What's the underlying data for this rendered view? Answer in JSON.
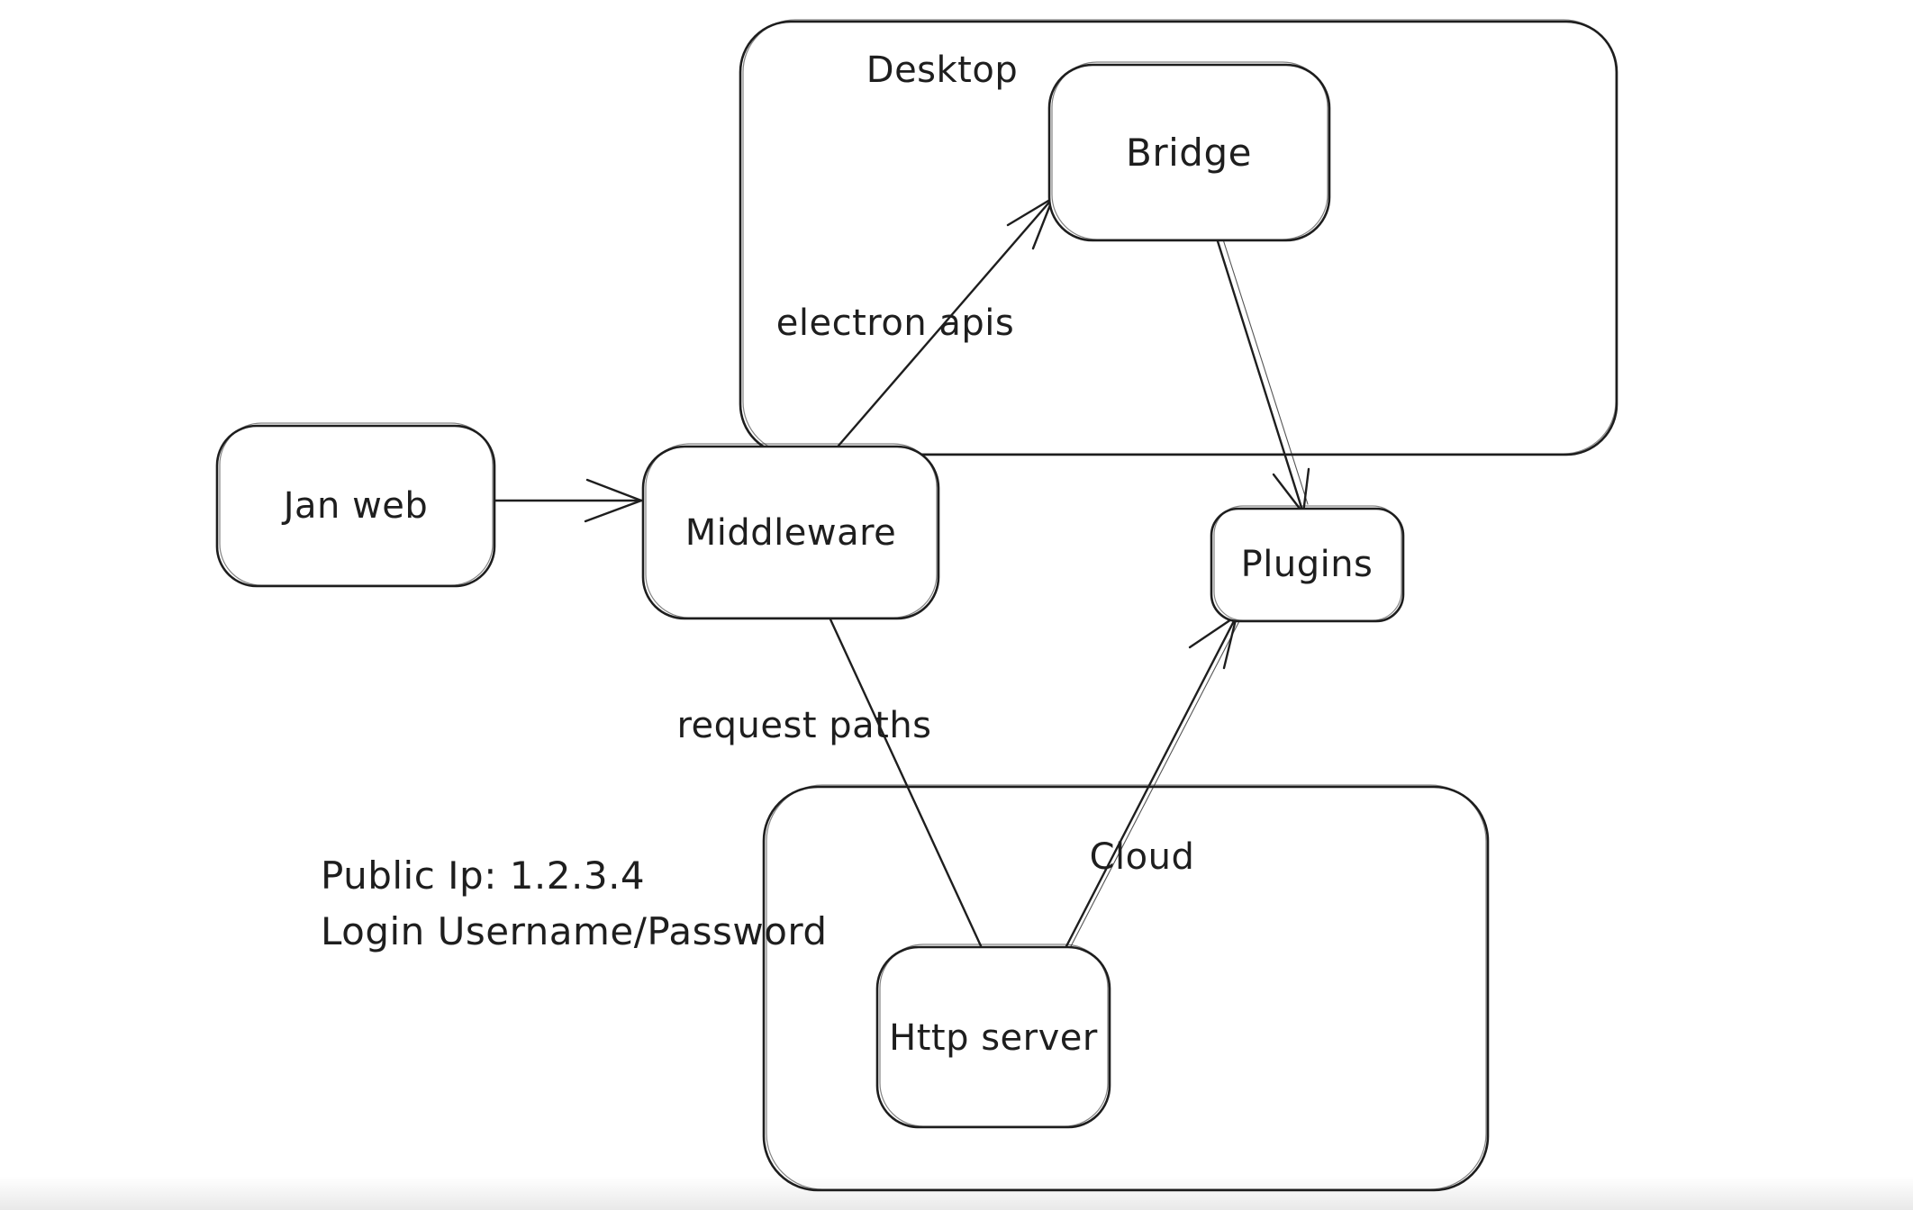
{
  "diagram": {
    "background_color": "#ffffff",
    "stroke_color": "#1e1e1e",
    "containers": [
      {
        "label": "Desktop"
      },
      {
        "label": "Cloud"
      }
    ],
    "nodes": [
      {
        "label": "Jan web"
      },
      {
        "label": "Middleware"
      },
      {
        "label": "Bridge"
      },
      {
        "label": "Plugins"
      },
      {
        "label": "Http server"
      }
    ],
    "edges": [
      {
        "from": "Jan web",
        "to": "Middleware",
        "label": "",
        "arrowhead": "end"
      },
      {
        "from": "Middleware",
        "to": "Bridge",
        "label": "electron apis",
        "arrowhead": "end"
      },
      {
        "from": "Bridge",
        "to": "Plugins",
        "label": "",
        "arrowhead": "end"
      },
      {
        "from": "Middleware",
        "to": "Http server",
        "label": "request paths",
        "arrowhead": "none"
      },
      {
        "from": "Http server",
        "to": "Plugins",
        "label": "",
        "arrowhead": "end"
      }
    ],
    "edge_labels": {
      "electron_apis": "electron apis",
      "request_paths": "request paths"
    },
    "annotations": {
      "line1": "Public Ip: 1.2.3.4",
      "line2": "Login Username/Password"
    }
  }
}
